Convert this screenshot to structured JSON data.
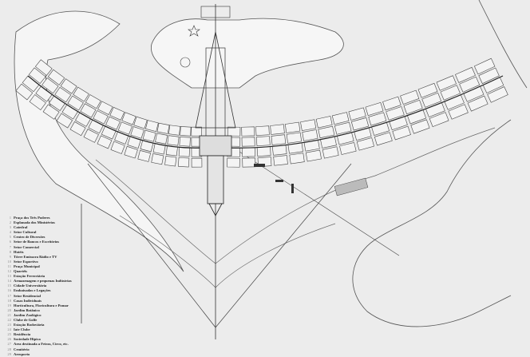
{
  "legend": {
    "items": [
      {
        "num": "1",
        "label": "Praça dos Três Poderes"
      },
      {
        "num": "2",
        "label": "Esplanada dos Ministérios"
      },
      {
        "num": "3",
        "label": "Catedral"
      },
      {
        "num": "4",
        "label": "Setor Cultural"
      },
      {
        "num": "5",
        "label": "Centro de Diversões"
      },
      {
        "num": "6",
        "label": "Setor de Bancos e Escritórios"
      },
      {
        "num": "7",
        "label": "Setor Comercial"
      },
      {
        "num": "8",
        "label": "Hotéis"
      },
      {
        "num": "9",
        "label": "Tôrre Emissora Rádio e TV"
      },
      {
        "num": "10",
        "label": "Setor Esportivo"
      },
      {
        "num": "11",
        "label": "Praça Municipal"
      },
      {
        "num": "12",
        "label": "Quartéis"
      },
      {
        "num": "13",
        "label": "Estação Ferroviária"
      },
      {
        "num": "14",
        "label": "Armazenagem e pequenas Indústrias"
      },
      {
        "num": "15",
        "label": "Cidade Universitária"
      },
      {
        "num": "16",
        "label": "Embaixadas e Legações"
      },
      {
        "num": "17",
        "label": "Setor Residencial"
      },
      {
        "num": "18",
        "label": "Casas Individuais"
      },
      {
        "num": "19",
        "label": "Horticultura, Floricultura e Pomar"
      },
      {
        "num": "20",
        "label": "Jardim Botânico"
      },
      {
        "num": "21",
        "label": "Jardim Zoológico"
      },
      {
        "num": "22",
        "label": "Clube de Golfe"
      },
      {
        "num": "23",
        "label": "Estação Rodoviária"
      },
      {
        "num": "24",
        "label": "Iate Clube"
      },
      {
        "num": "25",
        "label": "Residência"
      },
      {
        "num": "26",
        "label": "Sociedade Hípica"
      },
      {
        "num": "27",
        "label": "Area destinada a Feiras, Circo, etc."
      },
      {
        "num": "28",
        "label": "Cemitério"
      },
      {
        "num": "29",
        "label": "Aeroporto"
      }
    ]
  },
  "colors": {
    "paper": "#ececec",
    "ink": "#333333",
    "lake": "#f6f6f6"
  }
}
